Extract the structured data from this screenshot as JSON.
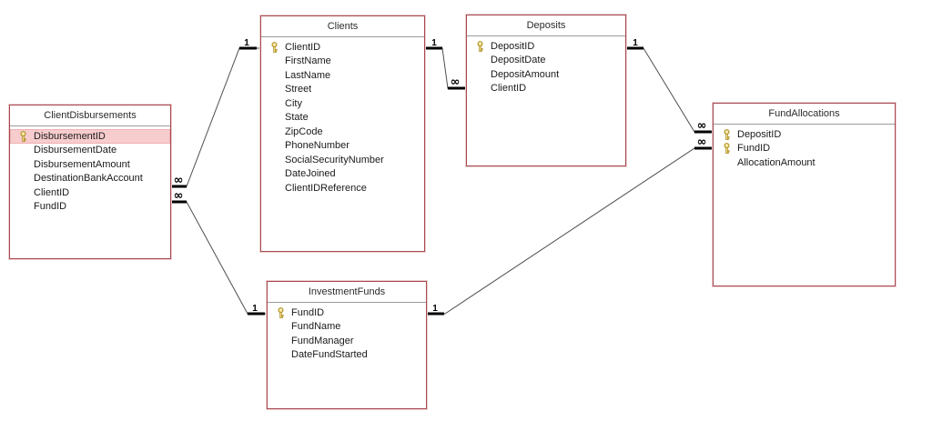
{
  "app": {
    "view": "relationships-diagram",
    "colors": {
      "table_border": "#a8494f",
      "table_border_outer": "#eccfd0",
      "header_divider": "#9b9b9b",
      "highlight_row": "#f7cccd",
      "relationship_line": "#4f4f4f",
      "key_icon": "#e6c25a",
      "background": "#ffffff"
    }
  },
  "tables": [
    {
      "title": "ClientDisbursements",
      "fields": [
        {
          "name": "DisbursementID",
          "primary_key": true,
          "highlighted": true
        },
        {
          "name": "DisbursementDate"
        },
        {
          "name": "DisbursementAmount"
        },
        {
          "name": "DestinationBankAccount"
        },
        {
          "name": "ClientID"
        },
        {
          "name": "FundID"
        }
      ]
    },
    {
      "title": "Clients",
      "fields": [
        {
          "name": "ClientID",
          "primary_key": true
        },
        {
          "name": "FirstName"
        },
        {
          "name": "LastName"
        },
        {
          "name": "Street"
        },
        {
          "name": "City"
        },
        {
          "name": "State"
        },
        {
          "name": "ZipCode"
        },
        {
          "name": "PhoneNumber"
        },
        {
          "name": "SocialSecurityNumber"
        },
        {
          "name": "DateJoined"
        },
        {
          "name": "ClientIDReference"
        }
      ]
    },
    {
      "title": "Deposits",
      "fields": [
        {
          "name": "DepositID",
          "primary_key": true
        },
        {
          "name": "DepositDate"
        },
        {
          "name": "DepositAmount"
        },
        {
          "name": "ClientID"
        }
      ]
    },
    {
      "title": "FundAllocations",
      "fields": [
        {
          "name": "DepositID",
          "primary_key": true
        },
        {
          "name": "FundID",
          "primary_key": true
        },
        {
          "name": "AllocationAmount"
        }
      ]
    },
    {
      "title": "InvestmentFunds",
      "fields": [
        {
          "name": "FundID",
          "primary_key": true
        },
        {
          "name": "FundName"
        },
        {
          "name": "FundManager"
        },
        {
          "name": "DateFundStarted"
        }
      ]
    }
  ],
  "relationships": [
    {
      "one_side": "Clients",
      "many_side": "ClientDisbursements",
      "one_label": "1",
      "many_label": "∞"
    },
    {
      "one_side": "InvestmentFunds",
      "many_side": "ClientDisbursements",
      "one_label": "1",
      "many_label": "∞"
    },
    {
      "one_side": "Clients",
      "many_side": "Deposits",
      "one_label": "1",
      "many_label": "∞"
    },
    {
      "one_side": "Deposits",
      "many_side": "FundAllocations",
      "one_label": "1",
      "many_label": "∞"
    },
    {
      "one_side": "InvestmentFunds",
      "many_side": "FundAllocations",
      "one_label": "1",
      "many_label": "∞"
    }
  ]
}
